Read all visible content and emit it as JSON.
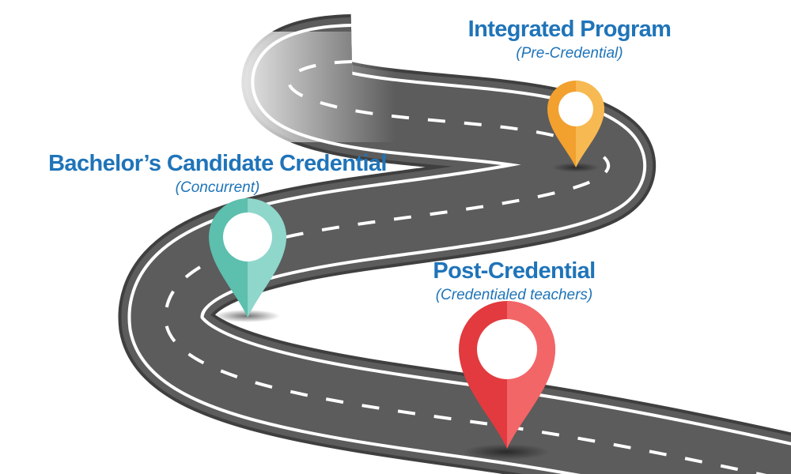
{
  "colors": {
    "label_blue": "#1f74b9",
    "road": "#5c5c5c",
    "road_edge": "#3f3f3f",
    "lane_line": "#ffffff",
    "pin_orange": "#f2a02e",
    "pin_teal": "#6fcbbd",
    "pin_red": "#ee4d4f"
  },
  "stops": [
    {
      "id": "integrated",
      "title": "Integrated Program",
      "subtitle": "(Pre-Credential)",
      "pin_color": "orange",
      "pin_icon": "location-pin-icon"
    },
    {
      "id": "bachelors",
      "title": "Bachelor’s Candidate Credential",
      "subtitle": "(Concurrent)",
      "pin_color": "teal",
      "pin_icon": "location-pin-icon"
    },
    {
      "id": "post",
      "title": "Post-Credential",
      "subtitle": "(Credentialed teachers)",
      "pin_color": "red",
      "pin_icon": "location-pin-icon"
    }
  ]
}
